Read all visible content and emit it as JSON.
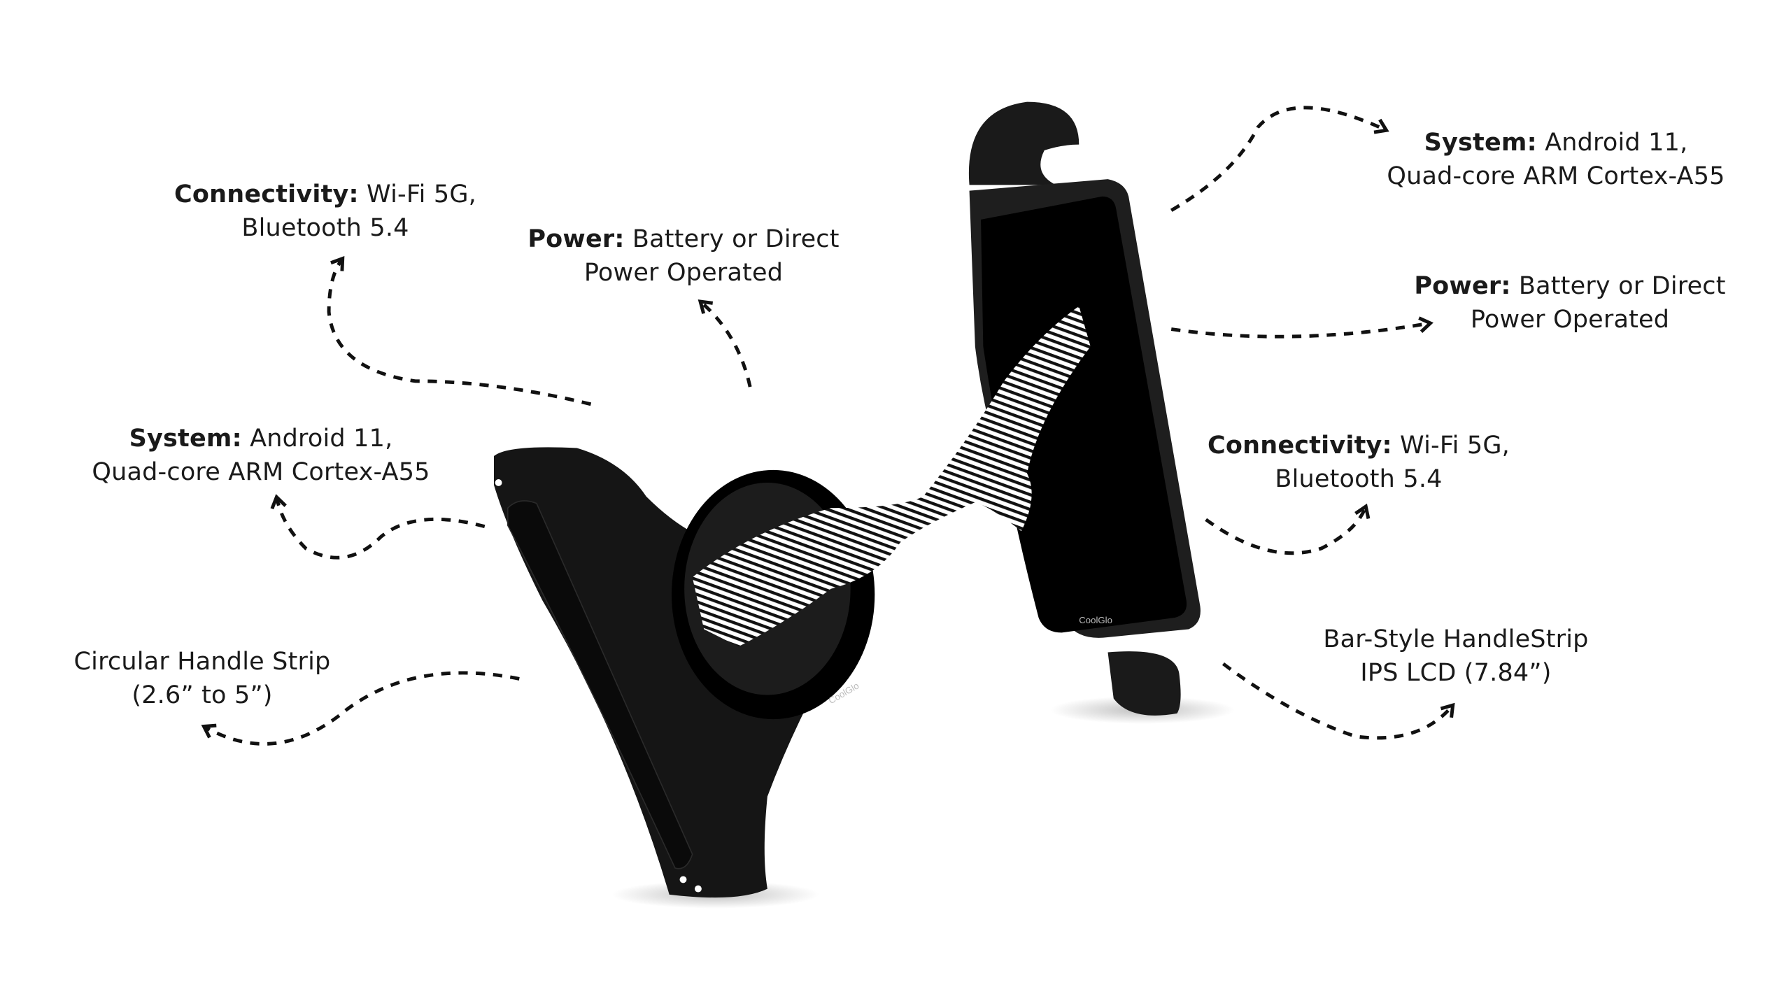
{
  "brand": "CoolGlo",
  "left_device": {
    "connectivity": {
      "key": "Connectivity:",
      "value": "Wi-Fi 5G,",
      "line2": "Bluetooth 5.4"
    },
    "power": {
      "key": "Power:",
      "value": "Battery or Direct",
      "line2": "Power Operated"
    },
    "system": {
      "key": "System:",
      "value": "Android 11,",
      "line2": "Quad-core ARM Cortex-A55"
    },
    "strip": {
      "line1": "Circular Handle Strip",
      "line2": "(2.6” to 5”)"
    }
  },
  "right_device": {
    "system": {
      "key": "System:",
      "value": "Android 11,",
      "line2": "Quad-core ARM Cortex-A55"
    },
    "power": {
      "key": "Power:",
      "value": "Battery or Direct",
      "line2": "Power Operated"
    },
    "connectivity": {
      "key": "Connectivity:",
      "value": "Wi-Fi 5G,",
      "line2": "Bluetooth 5.4"
    },
    "strip": {
      "line1": "Bar-Style HandleStrip",
      "line2": "IPS LCD (7.84”)"
    }
  }
}
